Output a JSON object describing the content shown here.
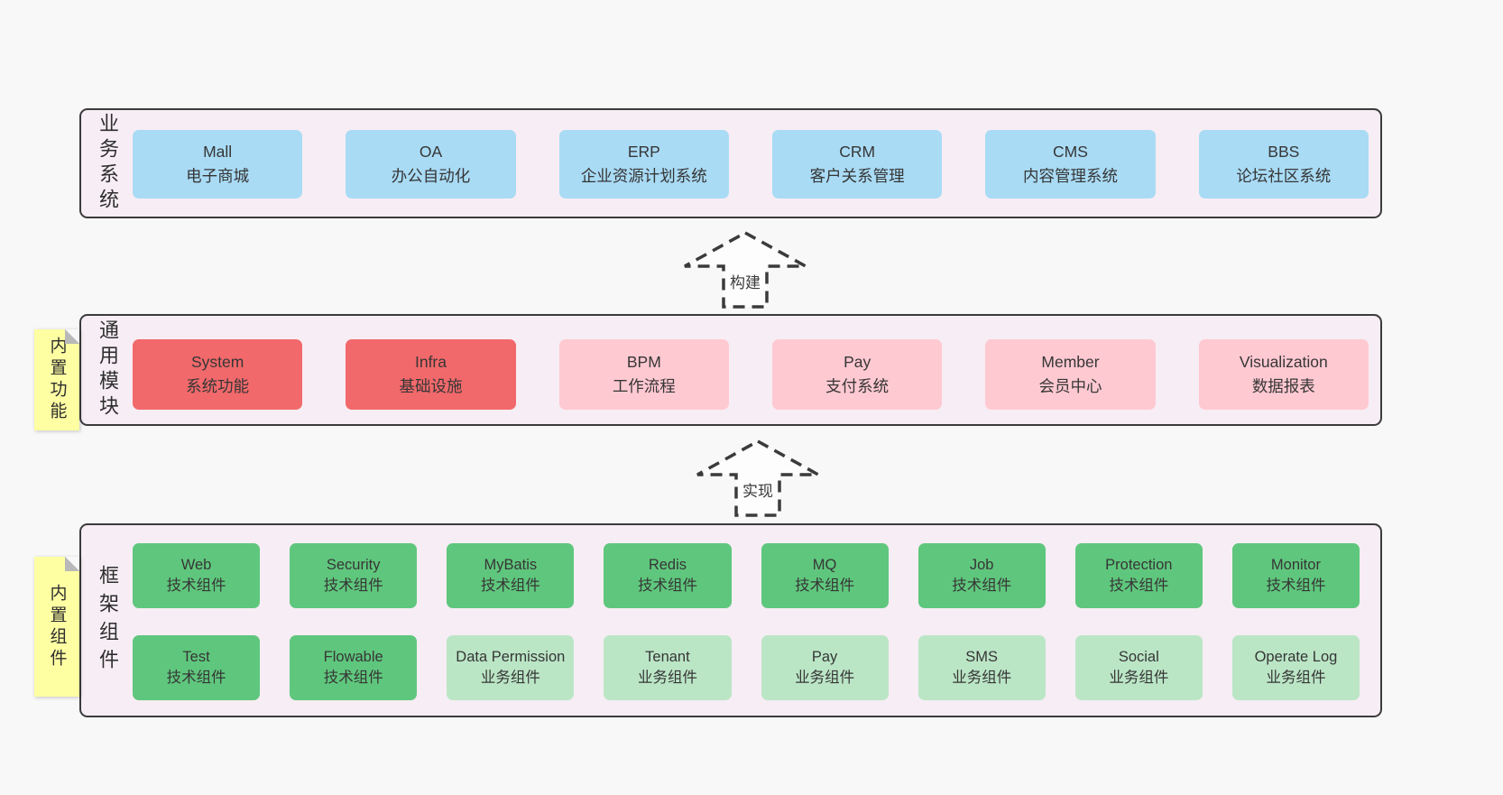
{
  "arrows": {
    "build": "构建",
    "implement": "实现"
  },
  "colors": {
    "page_bg": "#f8f8f8",
    "panel_bg": "#f7edf4",
    "border": "#3b3b3b",
    "blue": "#a9dbf5",
    "red": "#f2696b",
    "pink": "#ffc9d2",
    "green": "#5fc77d",
    "lightgreen": "#bbe6c6",
    "note_bg": "#feffa3",
    "text": "#363636"
  },
  "sections": {
    "business": {
      "side_label": "业务系统",
      "boxes": [
        {
          "title": "Mall",
          "subtitle": "电子商城",
          "variant": "blue"
        },
        {
          "title": "OA",
          "subtitle": "办公自动化",
          "variant": "blue"
        },
        {
          "title": "ERP",
          "subtitle": "企业资源计划系统",
          "variant": "blue"
        },
        {
          "title": "CRM",
          "subtitle": "客户关系管理",
          "variant": "blue"
        },
        {
          "title": "CMS",
          "subtitle": "内容管理系统",
          "variant": "blue"
        },
        {
          "title": "BBS",
          "subtitle": "论坛社区系统",
          "variant": "blue"
        }
      ]
    },
    "modules": {
      "side_label": "通用模块",
      "note": "内置功能",
      "boxes": [
        {
          "title": "System",
          "subtitle": "系统功能",
          "variant": "red"
        },
        {
          "title": "Infra",
          "subtitle": "基础设施",
          "variant": "red"
        },
        {
          "title": "BPM",
          "subtitle": "工作流程",
          "variant": "pink"
        },
        {
          "title": "Pay",
          "subtitle": "支付系统",
          "variant": "pink"
        },
        {
          "title": "Member",
          "subtitle": "会员中心",
          "variant": "pink"
        },
        {
          "title": "Visualization",
          "subtitle": "数据报表",
          "variant": "pink"
        }
      ]
    },
    "components": {
      "side_label": "框架组件",
      "note": "内置组件",
      "row1": [
        {
          "title": "Web",
          "subtitle": "技术组件",
          "variant": "green"
        },
        {
          "title": "Security",
          "subtitle": "技术组件",
          "variant": "green"
        },
        {
          "title": "MyBatis",
          "subtitle": "技术组件",
          "variant": "green"
        },
        {
          "title": "Redis",
          "subtitle": "技术组件",
          "variant": "green"
        },
        {
          "title": "MQ",
          "subtitle": "技术组件",
          "variant": "green"
        },
        {
          "title": "Job",
          "subtitle": "技术组件",
          "variant": "green"
        },
        {
          "title": "Protection",
          "subtitle": "技术组件",
          "variant": "green"
        },
        {
          "title": "Monitor",
          "subtitle": "技术组件",
          "variant": "green"
        }
      ],
      "row2": [
        {
          "title": "Test",
          "subtitle": "技术组件",
          "variant": "green"
        },
        {
          "title": "Flowable",
          "subtitle": "技术组件",
          "variant": "green"
        },
        {
          "title": "Data Permission",
          "subtitle": "业务组件",
          "variant": "lightgreen"
        },
        {
          "title": "Tenant",
          "subtitle": "业务组件",
          "variant": "lightgreen"
        },
        {
          "title": "Pay",
          "subtitle": "业务组件",
          "variant": "lightgreen"
        },
        {
          "title": "SMS",
          "subtitle": "业务组件",
          "variant": "lightgreen"
        },
        {
          "title": "Social",
          "subtitle": "业务组件",
          "variant": "lightgreen"
        },
        {
          "title": "Operate Log",
          "subtitle": "业务组件",
          "variant": "lightgreen"
        }
      ]
    }
  }
}
